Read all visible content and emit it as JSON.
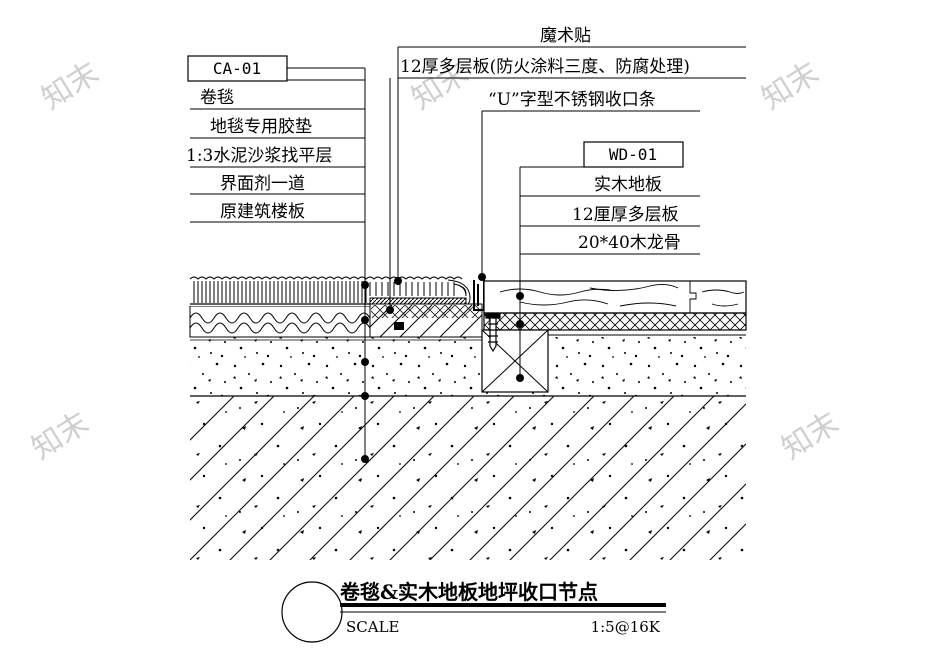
{
  "left_callout": {
    "tag": "CA-01",
    "layers": [
      "卷毯",
      "地毯专用胶垫",
      "1:3水泥沙浆找平层",
      "界面剂一道",
      "原建筑楼板"
    ]
  },
  "top_callout": {
    "layers": [
      "魔术贴",
      "12厚多层板(防火涂料三度、防腐处理)",
      "“U”字型不锈钢收口条"
    ]
  },
  "right_callout": {
    "tag": "WD-01",
    "layers": [
      "实木地板",
      "12厘厚多层板",
      "20*40木龙骨"
    ]
  },
  "title_block": {
    "title": "卷毯&实木地板地坪收口节点",
    "scale_label": "SCALE",
    "scale_value": "1:5@16K"
  },
  "watermark": "知末"
}
